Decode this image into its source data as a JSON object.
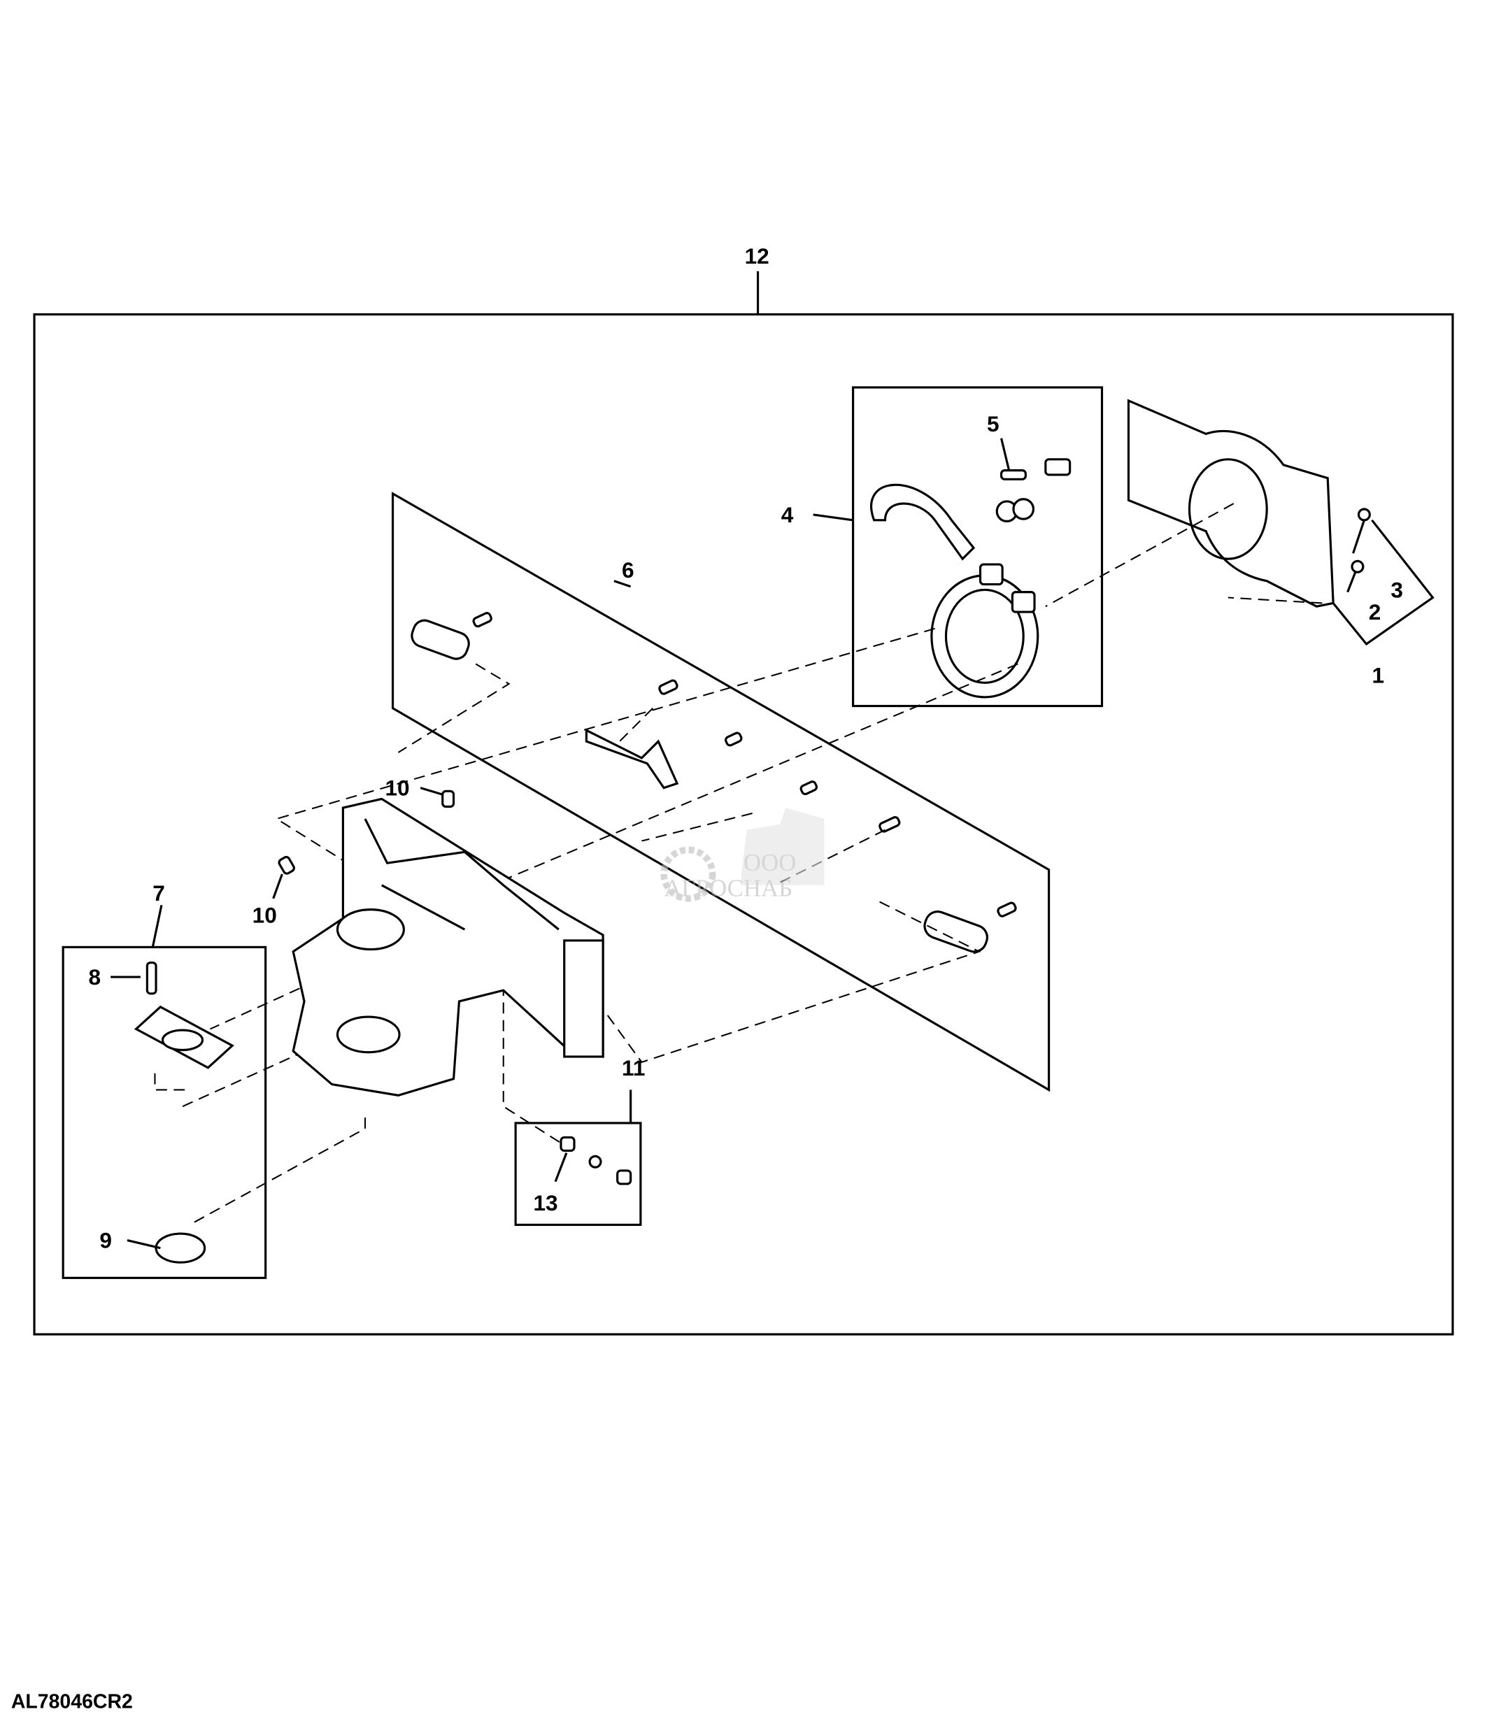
{
  "diagram": {
    "figure_id": "AL78046CR2",
    "callouts": [
      {
        "label": "12"
      },
      {
        "label": "5"
      },
      {
        "label": "4"
      },
      {
        "label": "6"
      },
      {
        "label": "3"
      },
      {
        "label": "2"
      },
      {
        "label": "1"
      },
      {
        "label": "10"
      },
      {
        "label": "10"
      },
      {
        "label": "7"
      },
      {
        "label": "8"
      },
      {
        "label": "11"
      },
      {
        "label": "13"
      },
      {
        "label": "9"
      }
    ],
    "watermark": {
      "small": "ООО",
      "name": "АГРОСНАБ"
    }
  }
}
